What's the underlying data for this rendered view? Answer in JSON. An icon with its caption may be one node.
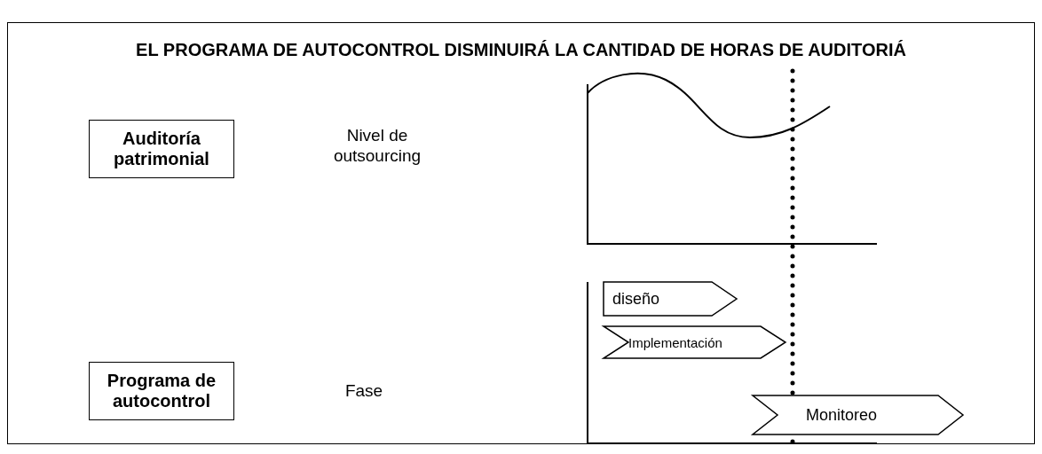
{
  "diagram": {
    "title": "EL PROGRAMA DE AUTOCONTROL DISMINUIRÁ LA CANTIDAD DE HORAS DE AUDITORIÁ",
    "nodes": [
      {
        "text": [
          "Auditoría patrimonial"
        ]
      },
      {
        "text": [
          "Programa de autocontrol"
        ]
      },
      {
        "text": [
          "diseño"
        ]
      },
      {
        "text": [
          "Implementación"
        ]
      },
      {
        "text": [
          "Monitoreo"
        ]
      }
    ],
    "labels": [
      "Nivel de outsourcing",
      "Fase"
    ]
  }
}
